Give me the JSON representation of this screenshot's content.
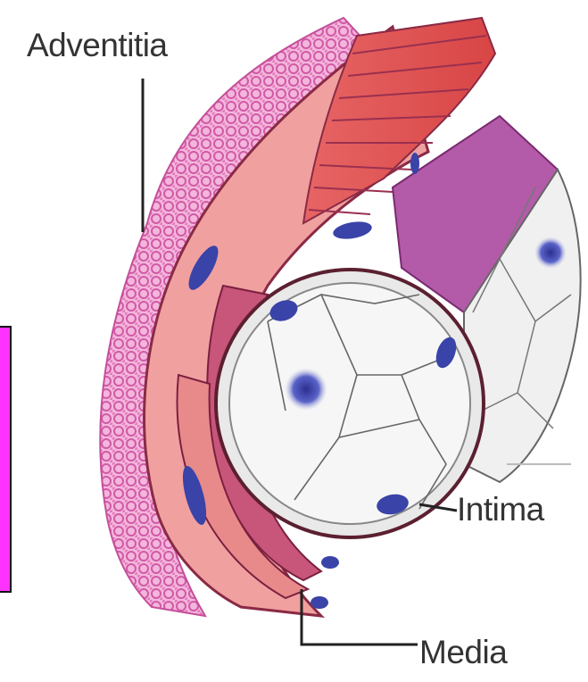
{
  "labels": {
    "adventitia": "Adventitia",
    "intima": "Intima",
    "media": "Media"
  },
  "colors": {
    "adventitia": "#e890c8",
    "media_pink": "#f2a8a8",
    "media_band": "#d2607a",
    "elastic_band": "#b0478a",
    "smooth_muscle_red": "#e25a5a",
    "intima_cells": "#f2f2f2",
    "nuclei": "#3a43a8",
    "outline": "#7a2040",
    "side_box": "#ff33ff"
  }
}
